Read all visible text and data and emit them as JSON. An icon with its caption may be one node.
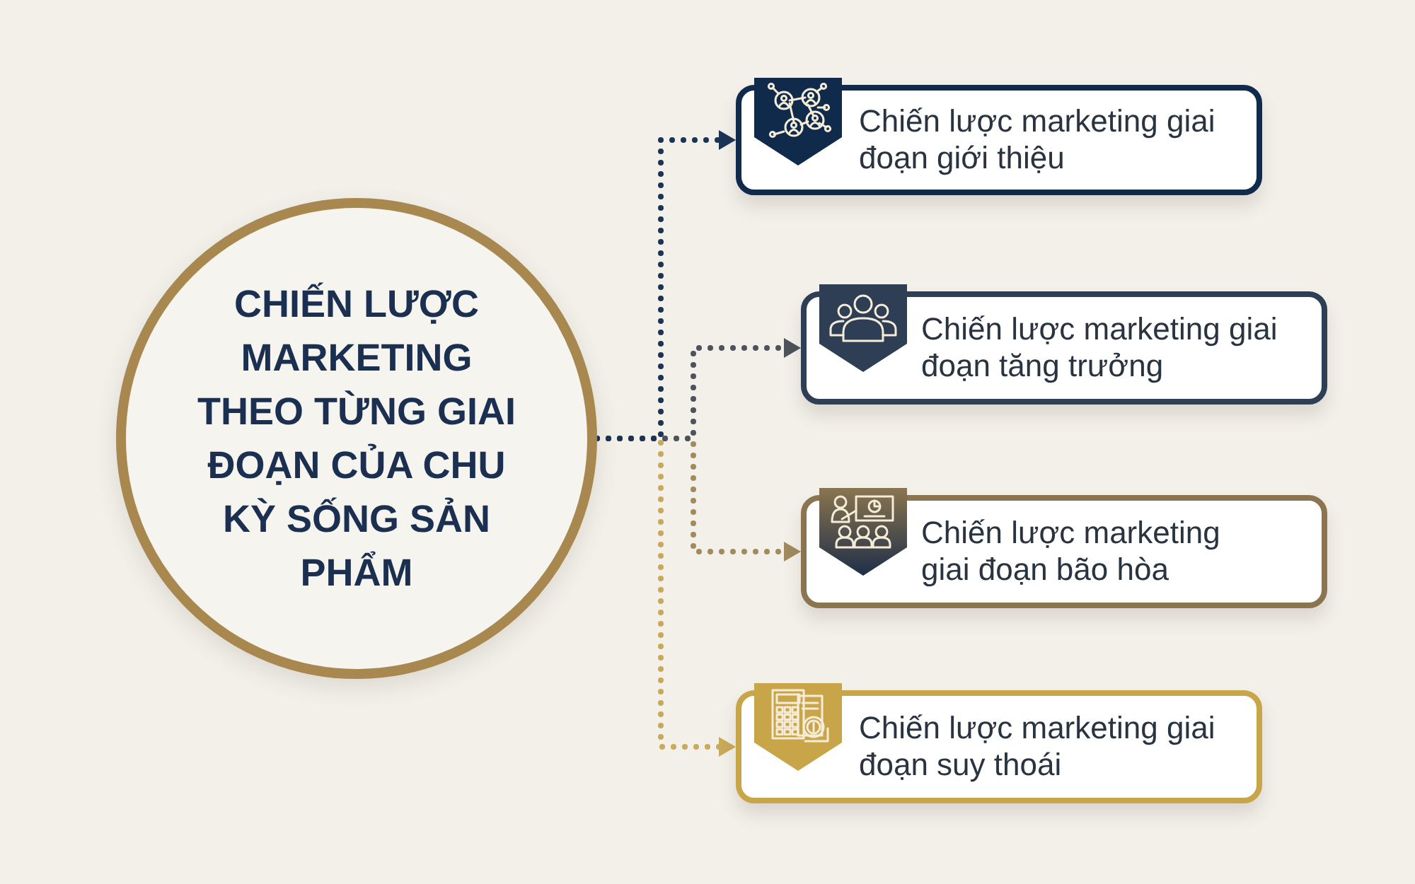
{
  "diagram": {
    "nodes": [
      {
        "text": [
          "CHIẾN LƯỢC MARKETING THEO TỪNG GIAI ĐOẠN CỦA CHU KỲ SỐNG SẢN PHẨM"
        ]
      },
      {
        "text": [
          "Chiến lược marketing giai đoạn giới thiệu"
        ]
      },
      {
        "text": [
          "Chiến lược marketing giai đoạn tăng trưởng"
        ]
      },
      {
        "text": [
          "Chiến lược marketing giai đoạn bão hòa"
        ]
      },
      {
        "text": [
          "Chiến lược marketing giai đoạn suy thoái"
        ]
      }
    ],
    "edges": [
      {
        "from": 0,
        "to": 1,
        "arrow": "to",
        "style": "dashed",
        "color": "#1b3355"
      },
      {
        "from": 0,
        "to": 2,
        "arrow": "to",
        "style": "dashed",
        "color": "#4d525b"
      },
      {
        "from": 0,
        "to": 3,
        "arrow": "to",
        "style": "dashed",
        "color": "#a08a5e"
      },
      {
        "from": 0,
        "to": 4,
        "arrow": "to",
        "style": "dashed",
        "color": "#c9aa5c"
      }
    ]
  }
}
